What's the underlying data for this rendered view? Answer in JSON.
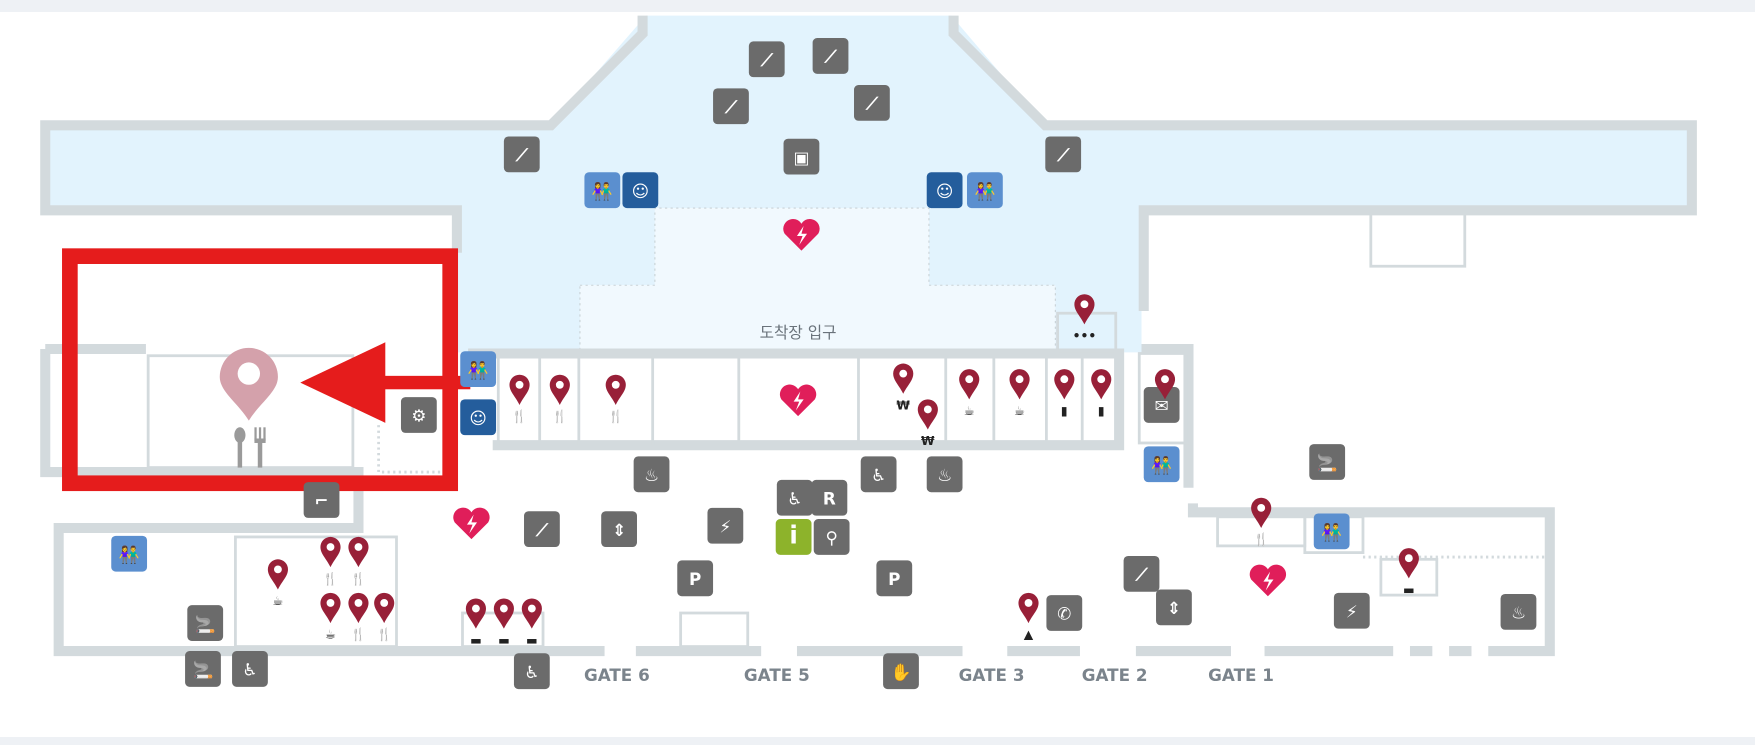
{
  "map": {
    "entrance_label": "도착장 입구",
    "gates": [
      "GATE 6",
      "GATE 5",
      "GATE 3",
      "GATE 2",
      "GATE 1"
    ],
    "highlighted_facility": {
      "type": "restaurant",
      "icon": "map-pin-icon",
      "sub_icon": "fork-spoon-icon"
    },
    "colors": {
      "wall": "#d3dadd",
      "zone_fill": "#e2f3fd",
      "zone_fill_light": "#f1f9fe",
      "icon_gray": "#6b6b6b",
      "icon_blue": "#5b8fcf",
      "icon_darkblue": "#245d9c",
      "pin": "#982038",
      "aed": "#e01e5a",
      "info": "#8db32b",
      "highlight": "#e51c1c"
    },
    "icon_types": [
      "escalator-icon",
      "baggage-icon",
      "restroom-icon",
      "baby-care-icon",
      "aed-icon",
      "restaurant-pin-icon",
      "cafe-pin-icon",
      "exchange-pin-icon",
      "shop-pin-icon",
      "parking-icon",
      "phone-icon",
      "elevator-icon",
      "smoking-icon",
      "water-icon",
      "wheelchair-icon",
      "stroller-icon",
      "information-icon",
      "blind-guide-icon",
      "charging-icon",
      "mail-icon",
      "lounge-icon"
    ]
  }
}
